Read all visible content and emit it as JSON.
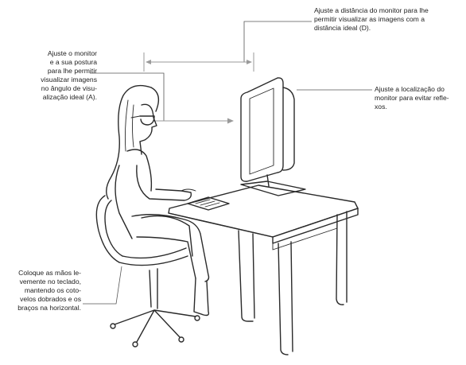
{
  "callouts": {
    "viewing_angle": {
      "lines": [
        "Ajuste o monitor",
        "e a sua postura",
        "para lhe permitir",
        "visualizar imagens",
        "no ângulo de visu-",
        "alização ideal (A)."
      ]
    },
    "viewing_distance": {
      "lines": [
        "Ajuste a distância do monitor para lhe",
        "permitir visualizar as imagens com a",
        "distância ideal (D)."
      ]
    },
    "monitor_location": {
      "lines": [
        "Ajuste a localização do",
        "monitor para evitar refle-",
        "xos."
      ]
    },
    "hands_position": {
      "lines": [
        "Coloque as mãos le-",
        "vemente no teclado,",
        "mantendo os coto-",
        "velos dobrados e os",
        "braços na horizontal."
      ]
    }
  },
  "colors": {
    "ink": "#2a2a2a",
    "guide": "#9a9a9a"
  }
}
